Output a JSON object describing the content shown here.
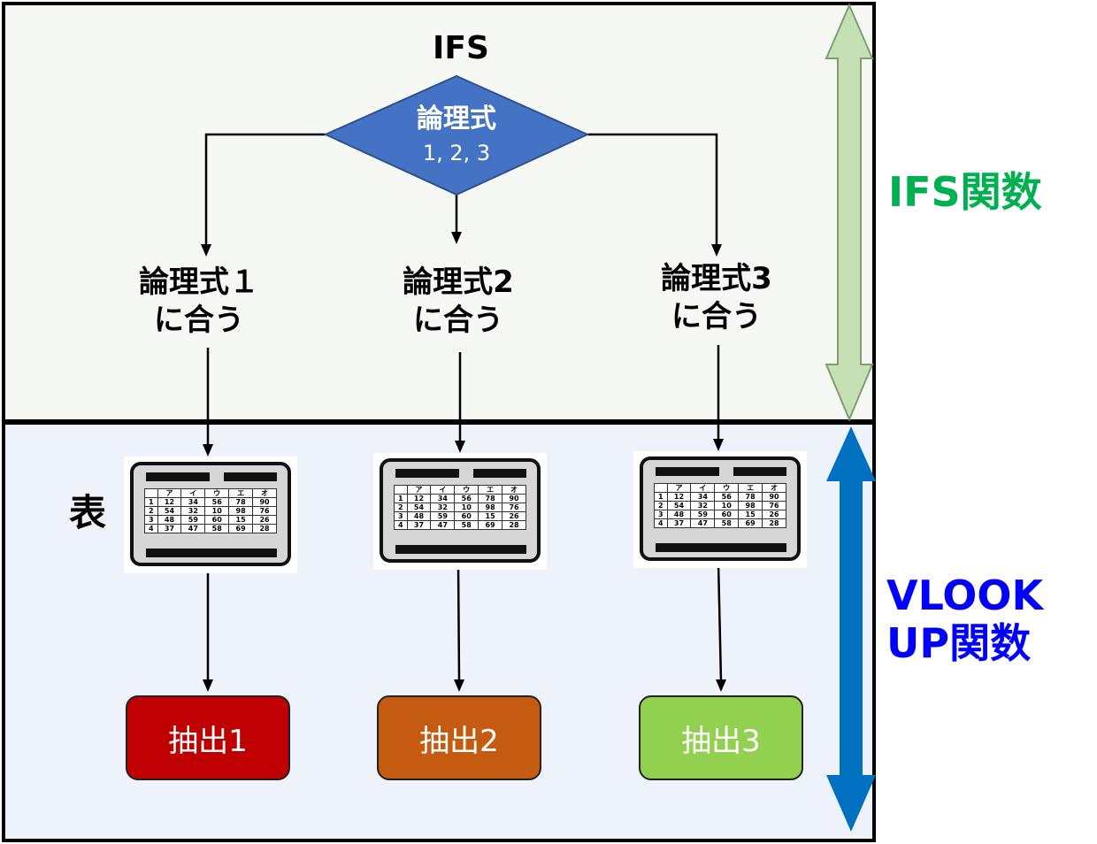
{
  "title": "IFS",
  "diamond": {
    "line1": "論理式",
    "line2": "1, 2, 3"
  },
  "conditions": [
    {
      "line1": "論理式１",
      "line2": "に合う"
    },
    {
      "line1": "論理式2",
      "line2": "に合う"
    },
    {
      "line1": "論理式3",
      "line2": "に合う"
    }
  ],
  "table_label": "表",
  "table": {
    "headers": [
      "",
      "ア",
      "イ",
      "ウ",
      "エ",
      "オ"
    ],
    "rows": [
      [
        "1",
        "12",
        "34",
        "56",
        "78",
        "90"
      ],
      [
        "2",
        "54",
        "32",
        "10",
        "98",
        "76"
      ],
      [
        "3",
        "48",
        "59",
        "60",
        "15",
        "26"
      ],
      [
        "4",
        "37",
        "47",
        "58",
        "69",
        "28"
      ]
    ]
  },
  "results": [
    {
      "label": "抽出1",
      "color": "#c00000"
    },
    {
      "label": "抽出2",
      "color": "#c55a11"
    },
    {
      "label": "抽出3",
      "color": "#92d050"
    }
  ],
  "side_labels": {
    "ifs": "IFS関数",
    "vlookup_line1": "VLOOK",
    "vlookup_line2": "UP関数"
  },
  "colors": {
    "diamond": "#4472c4",
    "ifs_arrow": "#c5e0b4",
    "ifs_label": "#00b050",
    "vlookup_arrow": "#0070c0",
    "vlookup_label": "#0000ff"
  }
}
